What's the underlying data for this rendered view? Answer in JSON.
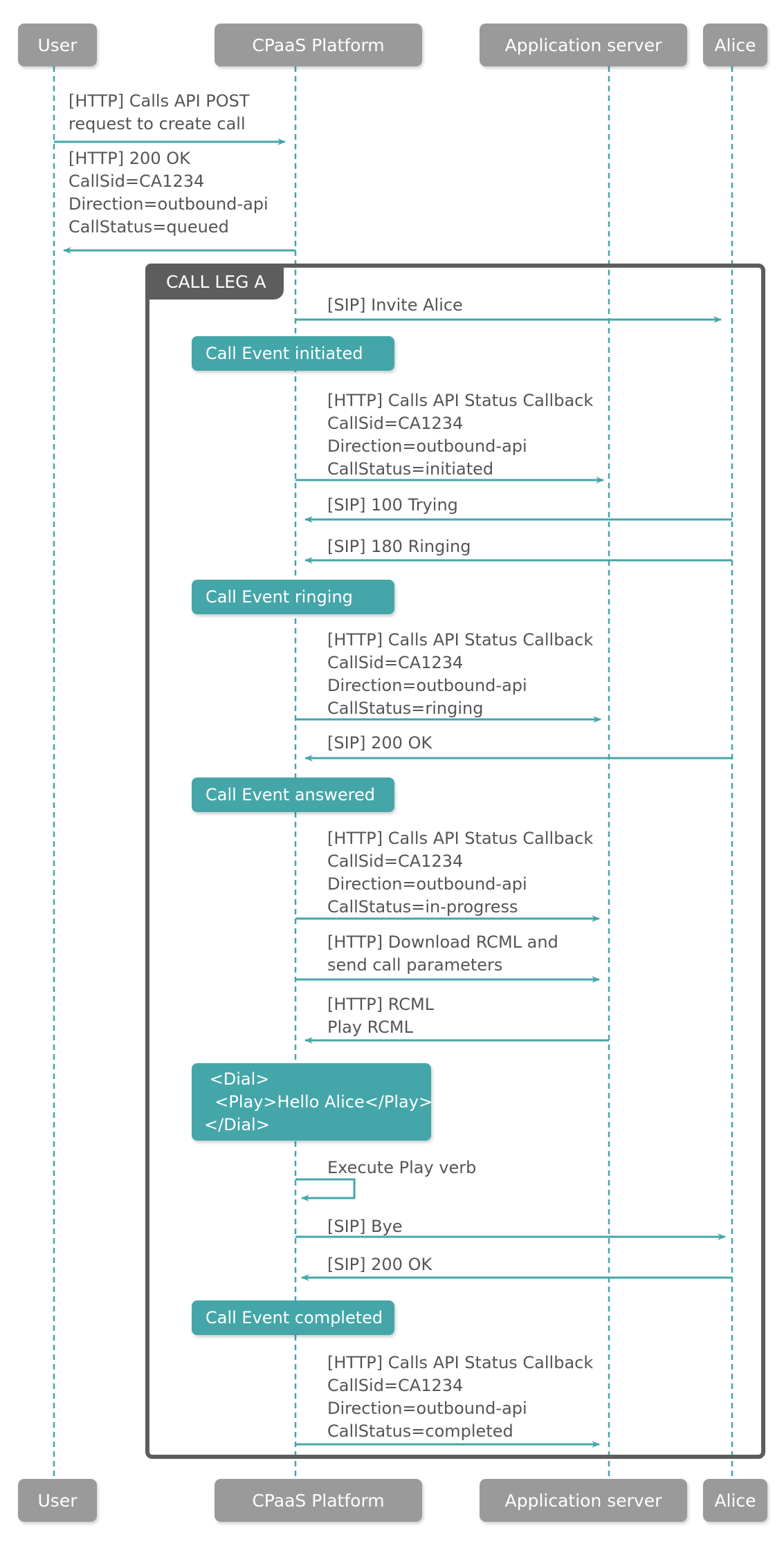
{
  "actors": {
    "user": "User",
    "platform": "CPaaS Platform",
    "app_server": "Application server",
    "alice": "Alice"
  },
  "frame": {
    "label": "CALL LEG A"
  },
  "messages": [
    {
      "text": "[HTTP] Calls API POST\nrequest to create call"
    },
    {
      "text": "[HTTP] 200 OK\nCallSid=CA1234\nDirection=outbound-api\nCallStatus=queued"
    },
    {
      "text": "[SIP] Invite Alice"
    },
    {
      "text": "[HTTP] Calls API Status Callback\nCallSid=CA1234\nDirection=outbound-api\nCallStatus=initiated"
    },
    {
      "text": "[SIP] 100 Trying"
    },
    {
      "text": "[SIP] 180 Ringing"
    },
    {
      "text": "[HTTP] Calls API Status Callback\nCallSid=CA1234\nDirection=outbound-api\nCallStatus=ringing"
    },
    {
      "text": "[SIP] 200 OK"
    },
    {
      "text": "[HTTP] Calls API Status Callback\nCallSid=CA1234\nDirection=outbound-api\nCallStatus=in-progress"
    },
    {
      "text": "[HTTP] Download RCML and\nsend call parameters"
    },
    {
      "text": "[HTTP] RCML\nPlay RCML"
    },
    {
      "text": "Execute Play verb"
    },
    {
      "text": "[SIP] Bye"
    },
    {
      "text": "[SIP] 200 OK"
    },
    {
      "text": "[HTTP] Calls API Status Callback\nCallSid=CA1234\nDirection=outbound-api\nCallStatus=completed"
    }
  ],
  "events": {
    "initiated": "Call Event initiated",
    "ringing": "Call Event ringing",
    "answered": "Call Event answered",
    "rcml": " <Dial>\n  <Play>Hello Alice</Play>\n</Dial>",
    "completed": "Call Event completed"
  },
  "colors": {
    "accent": "#45a6a9",
    "actor_box": "#9a9a9a",
    "frame": "#5d5d5d",
    "text": "#555555"
  }
}
